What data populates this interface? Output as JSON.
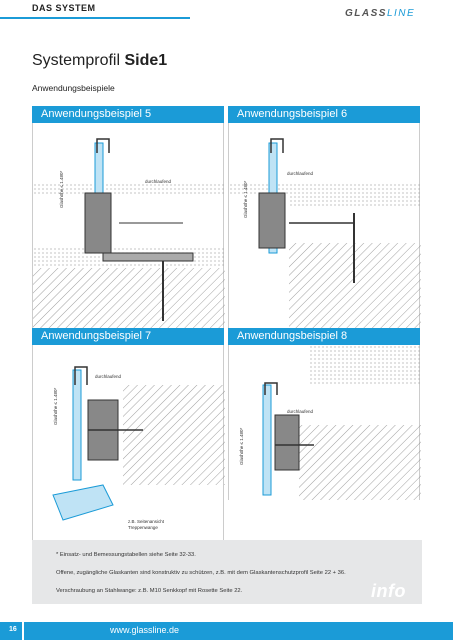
{
  "header": {
    "section_label": "DAS SYSTEM",
    "logo_glass": "GLASS",
    "logo_line": "LINE"
  },
  "page": {
    "title_light": "Systemprofil ",
    "title_bold": "Side1",
    "subtitle": "Anwendungsbeispiele"
  },
  "panels": [
    {
      "title": "Anwendungsbeispiel 5",
      "height_label": "Glashöhe ≤ 1.480*",
      "note": "durchlaufend"
    },
    {
      "title": "Anwendungsbeispiel 6",
      "height_label": "Glashöhe ≤ 1.480*",
      "note": "durchlaufend"
    },
    {
      "title": "Anwendungsbeispiel 7",
      "height_label": "Glashöhe ≤ 1.480*",
      "note": "durchlaufend",
      "extra_line1": "z.B. Seitenansicht",
      "extra_line2": "Treppenwange"
    },
    {
      "title": "Anwendungsbeispiel 8",
      "height_label": "Glashöhe ≤ 1.480*",
      "note": "durchlaufend"
    }
  ],
  "footnote": {
    "line1": "* Einsatz- und Bemessungstabellen siehe Seite 32-33.",
    "line2": "Offene, zugängliche Glaskanten sind konstruktiv zu schützen, z.B. mit dem Glaskantenschutzprofil Seite 22 + 36.",
    "line3": "Verschraubung an Stahlwange: z.B. M10 Senkkopf mit Rosette Seite 22.",
    "badge": "info"
  },
  "footer": {
    "page_number": "16",
    "url": "www.glassline.de"
  },
  "colors": {
    "brand_blue": "#1b9bd7",
    "footnote_bg": "#e6e7e8"
  }
}
